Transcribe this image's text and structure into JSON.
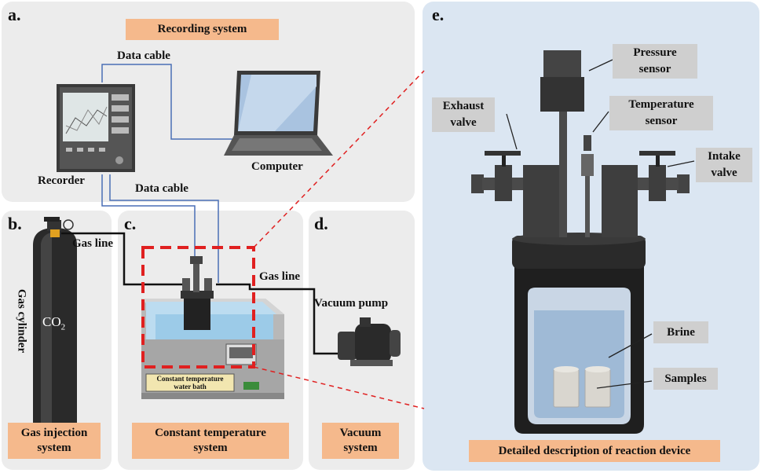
{
  "panels": {
    "a": {
      "letter": "a.",
      "title": "Recording system",
      "cable_top": "Data cable",
      "cable_bottom": "Data cable",
      "recorder": "Recorder",
      "computer": "Computer"
    },
    "b": {
      "letter": "b.",
      "gas_line": "Gas line",
      "cylinder_label": "Gas cylinder",
      "co2": "CO",
      "co2_sub": "2",
      "title_l1": "Gas injection",
      "title_l2": "system"
    },
    "c": {
      "letter": "c.",
      "bath_l1": "Constant temperature",
      "bath_l2": "water bath",
      "title_l1": "Constant temperature",
      "title_l2": "system"
    },
    "d": {
      "letter": "d.",
      "gas_line": "Gas line",
      "pump": "Vacuum pump",
      "title_l1": "Vacuum",
      "title_l2": "system"
    },
    "e": {
      "letter": "e.",
      "pressure_l1": "Pressure",
      "pressure_l2": "sensor",
      "temperature_l1": "Temperature",
      "temperature_l2": "sensor",
      "exhaust_l1": "Exhaust",
      "exhaust_l2": "valve",
      "intake_l1": "Intake",
      "intake_l2": "valve",
      "brine": "Brine",
      "samples": "Samples",
      "title": "Detailed description of reaction device"
    }
  },
  "colors": {
    "panel_bg": "#ececec",
    "panel_e_bg": "#dbe6f2",
    "orange_box": "#f5b98c",
    "gray_box": "#cfcfcf",
    "cable": "#4a6fb5",
    "highlight": "#e02020"
  }
}
